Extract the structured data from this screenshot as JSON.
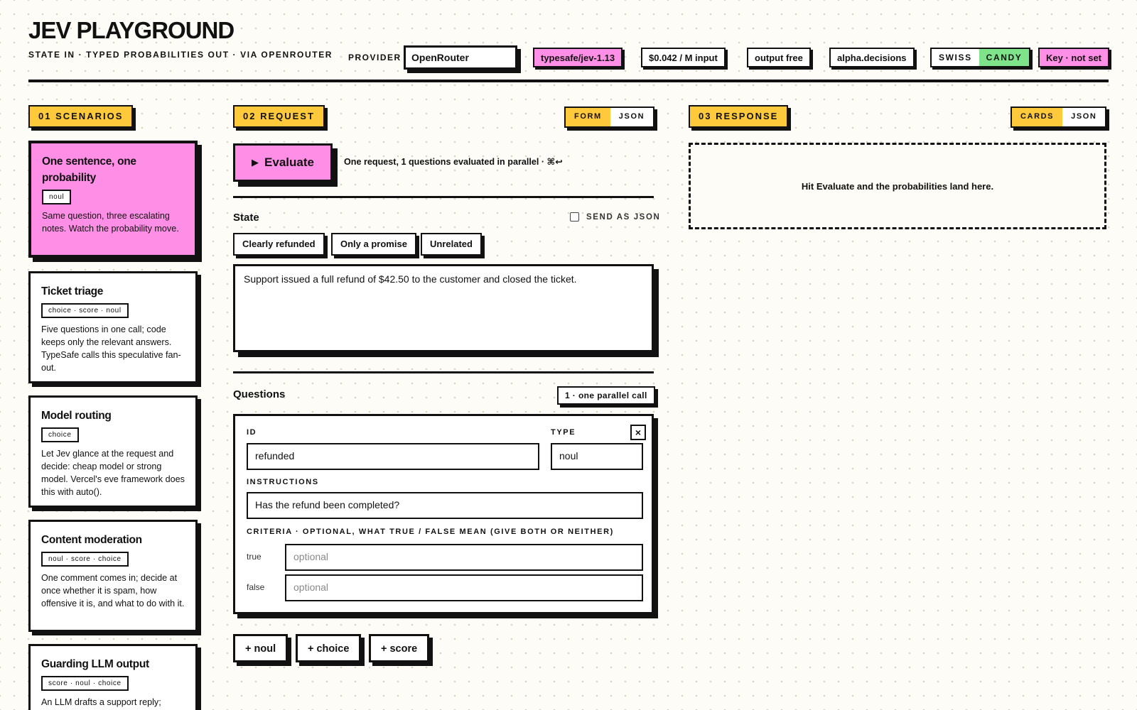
{
  "header": {
    "title": "JEV PLAYGROUND",
    "subtitle": "STATE IN · TYPED PROBABILITIES OUT · VIA OPENROUTER",
    "provider_label": "PROVIDER",
    "provider_value": "OpenRouter",
    "model_chip": "typesafe/jev-1.13",
    "price_chip": "$0.042 / M input",
    "output_chip": "output free",
    "decisions_chip": "alpha.decisions",
    "theme_swiss": "SWISS",
    "theme_candy": "CANDY",
    "key_chip": "Key · not set"
  },
  "scenarios": {
    "label": "01 SCENARIOS",
    "items": [
      {
        "title": "One sentence, one probability",
        "tags": "noul",
        "desc": "Same question, three escalating notes. Watch the probability move."
      },
      {
        "title": "Ticket triage",
        "tags": "choice · score · noul",
        "desc": "Five questions in one call; code keeps only the relevant answers. TypeSafe calls this speculative fan-out."
      },
      {
        "title": "Model routing",
        "tags": "choice",
        "desc": "Let Jev glance at the request and decide: cheap model or strong model. Vercel's eve framework does this with auto()."
      },
      {
        "title": "Content moderation",
        "tags": "noul · score · choice",
        "desc": "One comment comes in; decide at once whether it is spam, how offensive it is, and what to do with it."
      },
      {
        "title": "Guarding LLM output",
        "tags": "score · noul · choice",
        "desc": "An LLM drafts a support reply;"
      }
    ]
  },
  "request": {
    "label": "02 REQUEST",
    "toggle_form": "FORM",
    "toggle_json": "JSON",
    "evaluate_label": "Evaluate",
    "evaluate_note": "One request, 1 questions evaluated in parallel · ⌘↩",
    "state_label": "State",
    "send_as_json": "SEND AS JSON",
    "presets": [
      "Clearly refunded",
      "Only a promise",
      "Unrelated"
    ],
    "state_text": "Support issued a full refund of $42.50 to the customer and closed the ticket.",
    "questions_label": "Questions",
    "questions_count": "1 · one parallel call",
    "question": {
      "id_label": "ID",
      "id_value": "refunded",
      "type_label": "TYPE",
      "type_value": "noul",
      "instructions_label": "INSTRUCTIONS",
      "instructions_value": "Has the refund been completed?",
      "criteria_label": "CRITERIA · OPTIONAL, WHAT TRUE / FALSE MEAN (GIVE BOTH OR NEITHER)",
      "true_label": "true",
      "false_label": "false",
      "true_placeholder": "optional",
      "false_placeholder": "optional",
      "close": "×"
    },
    "add_noul": "+ noul",
    "add_choice": "+ choice",
    "add_score": "+ score"
  },
  "response": {
    "label": "03 RESPONSE",
    "toggle_cards": "CARDS",
    "toggle_json": "JSON",
    "empty_text": "Hit Evaluate and the probabilities land here."
  }
}
